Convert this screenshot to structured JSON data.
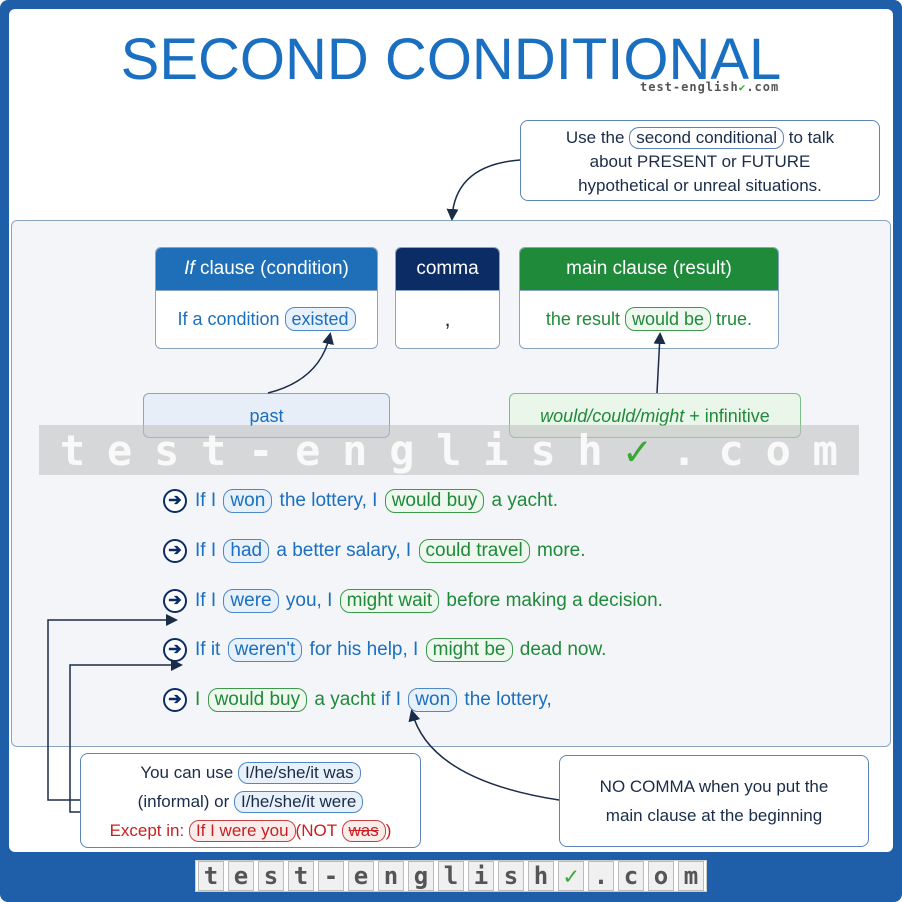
{
  "title": "SECOND CONDITIONAL",
  "logo_small": "test-english",
  "logo_small_suffix": ".com",
  "top_note": {
    "pre": "Use the ",
    "pill": "second conditional",
    "post": " to talk",
    "line2": "about PRESENT or FUTURE",
    "line3": "hypothetical or unreal situations."
  },
  "boxes": {
    "if_header_italic": "If",
    "if_header_rest": " clause (condition)",
    "if_body_pre": "If a condition ",
    "if_body_pill": "existed",
    "comma_header": "comma",
    "comma_body": ",",
    "main_header": "main clause (result)",
    "main_body_pre": "the result ",
    "main_body_pill": "would be",
    "main_body_post": " true."
  },
  "past_label": "past",
  "would_label": {
    "italic": "would/could/might",
    "rest": " + infinitive"
  },
  "watermark": [
    "t",
    "e",
    "s",
    "t",
    "-",
    "e",
    "n",
    "g",
    "l",
    "i",
    "s",
    "h",
    "✓",
    ".",
    "c",
    "o",
    "m"
  ],
  "examples": [
    {
      "p1": "If I ",
      "v1": "won",
      "p2": " the lottery, I ",
      "v2": "would buy",
      "p3": " a yacht."
    },
    {
      "p1": "If I ",
      "v1": "had",
      "p2": " a better salary, I ",
      "v2": "could travel",
      "p3": " more."
    },
    {
      "p1": "If I ",
      "v1": "were",
      "p2": " you, I ",
      "v2": "might wait",
      "p3": " before making a decision."
    },
    {
      "p1": "If it ",
      "v1": "weren't",
      "p2": " for his help, I ",
      "v2": "might be",
      "p3": " dead now."
    }
  ],
  "example5": {
    "p1": "I ",
    "v1": "would buy",
    "p2": " a yacht  ",
    "p3": "if I ",
    "v2": "won",
    "p4": " the lottery,"
  },
  "note_left": {
    "l1_pre": "You can use ",
    "l1_pill": "I/he/she/it was",
    "l2_pre": "(informal) or ",
    "l2_pill": "I/he/she/it were",
    "l3_pre": "Except in: ",
    "l3_pill": "If I were you",
    "l3_not": "(NOT ",
    "l3_was": "was",
    "l3_close": ")"
  },
  "note_right": {
    "line1": "NO COMMA when you put the",
    "line2": "main clause at the beginning"
  },
  "bottom_logo": [
    "t",
    "e",
    "s",
    "t",
    "-",
    "e",
    "n",
    "g",
    "l",
    "i",
    "s",
    "h",
    "✓",
    ".",
    "c",
    "o",
    "m"
  ],
  "colors": {
    "frame": "#1f5ea8",
    "blue": "#1a6fc0",
    "green": "#1f8a3a",
    "navy": "#0c2c66",
    "red": "#c82020"
  }
}
